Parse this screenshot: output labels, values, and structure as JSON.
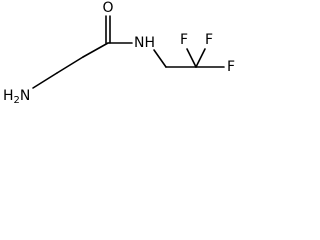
{
  "molecule": {
    "atoms": {
      "oxygen": "O",
      "amide_nitrogen": "NH",
      "amine": "H2N",
      "fluorine_top_left": "F",
      "fluorine_top_right": "F",
      "fluorine_right": "F"
    }
  }
}
